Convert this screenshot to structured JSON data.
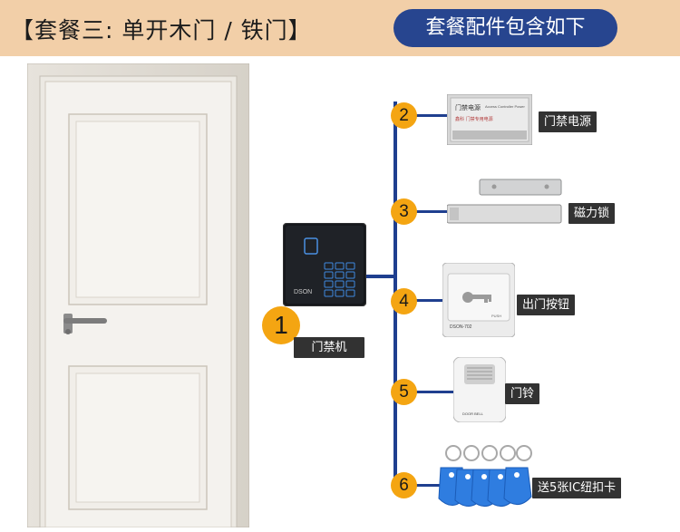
{
  "header": {
    "title": "【套餐三: 单开木门 / 铁门】",
    "badge": "套餐配件包含如下"
  },
  "kit": {
    "main": {
      "number": "1",
      "label": "门禁机",
      "brand": "DSON"
    },
    "items": [
      {
        "number": "2",
        "label": "门禁电源",
        "device_text": "门禁电源",
        "device_subtext": "Access Controller Power",
        "device_small": "鑫科 门禁专用电源"
      },
      {
        "number": "3",
        "label": "磁力锁"
      },
      {
        "number": "4",
        "label": "出门按钮",
        "device_text": "DSON-702",
        "device_subtext": "PUSH"
      },
      {
        "number": "5",
        "label": "门铃",
        "device_text": "DOOR BELL"
      },
      {
        "number": "6",
        "label": "送5张IC纽扣卡"
      }
    ]
  },
  "colors": {
    "header_bg": "#f2cfa8",
    "badge_bg": "#27458f",
    "accent_line": "#1f3f8f",
    "number_circle": "#f4a512",
    "label_bg": "#323232"
  }
}
